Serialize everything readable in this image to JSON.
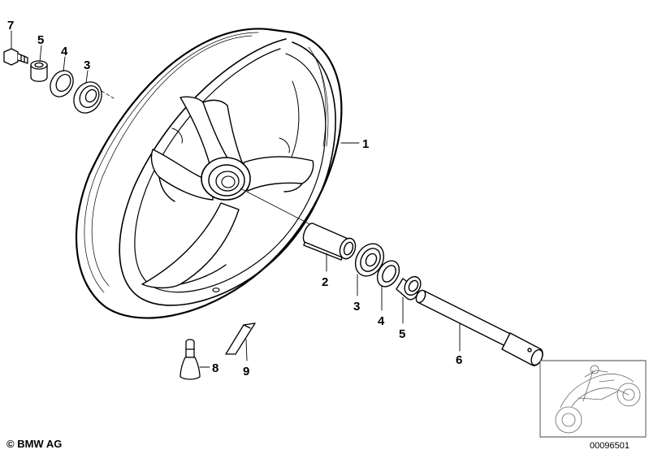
{
  "copyright": {
    "symbol": "©",
    "owner": "BMW AG"
  },
  "diagram_id": "00096501",
  "callouts": {
    "top_bolt": "7",
    "top_spacer": "5",
    "top_seal": "4",
    "top_bearing": "3",
    "wheel_rim": "1",
    "distance_sleeve": "2",
    "right_bearing": "3",
    "right_seal": "4",
    "right_spacer": "5",
    "axle": "6",
    "valve": "8",
    "weight": "9"
  }
}
